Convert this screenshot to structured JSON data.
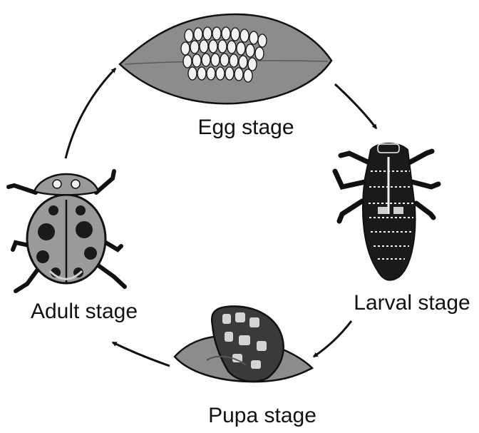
{
  "diagram": {
    "stages": [
      {
        "id": "egg",
        "label": "Egg stage",
        "icon": "egg-cluster-on-leaf"
      },
      {
        "id": "larva",
        "label": "Larval stage",
        "icon": "ladybug-larva"
      },
      {
        "id": "pupa",
        "label": "Pupa stage",
        "icon": "ladybug-pupa-on-leaf"
      },
      {
        "id": "adult",
        "label": "Adult stage",
        "icon": "ladybug-adult"
      }
    ],
    "flow": "clockwise",
    "colors": {
      "leaf": "#8c8c8c",
      "outline": "#111111",
      "egg": "#f2f2f2",
      "shell": "#9a9a9a",
      "body": "#1a1a1a"
    }
  }
}
